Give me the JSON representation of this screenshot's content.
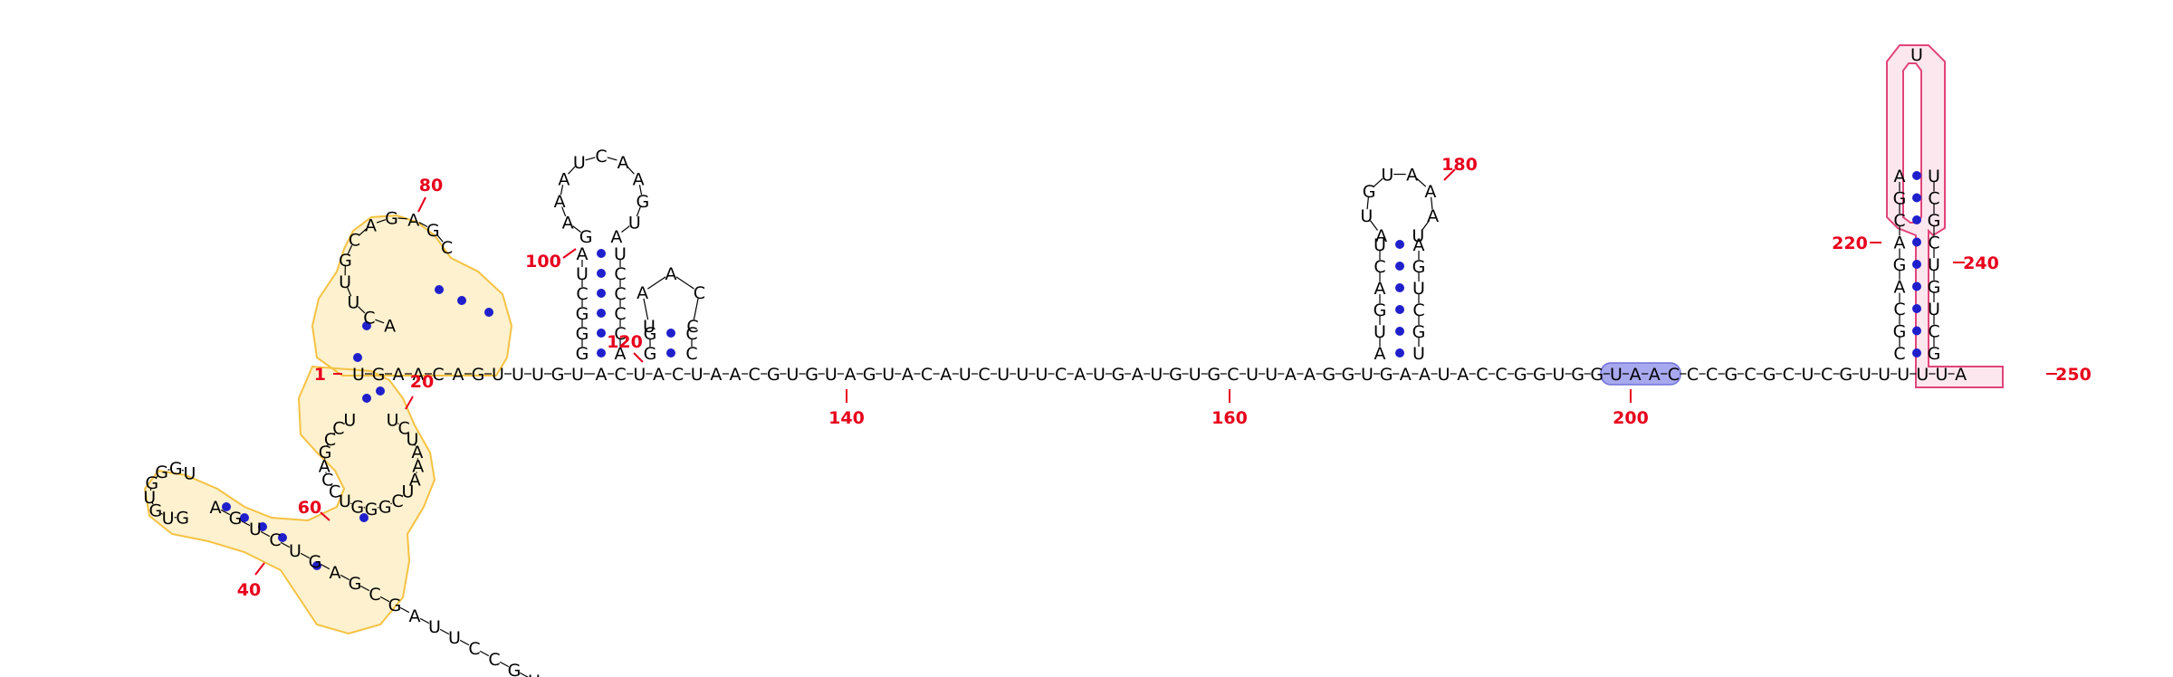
{
  "diagram": {
    "backbone_sequence": "UGAACAGUUUGUACUACUAACGUGUAGUACAUCUUUCAUGAUGUGCUUAAGGUGAAUACCGGUGGUAACCCGCGCUCGUUUUUA",
    "position_labels": [
      "1",
      "20",
      "40",
      "60",
      "80",
      "100",
      "120",
      "140",
      "160",
      "180",
      "200",
      "220",
      "240",
      "250"
    ],
    "hairpin_loops": {
      "loop_100": "GAAAUCAAGUA",
      "loop_120": "UAACC",
      "loop_180": "AUGUAAAU",
      "loop_220": "AGCAGACGCUUCGCUGUCG"
    },
    "left_domain_strands": {
      "s1": "ACUUGCAGAGC",
      "s2": "UCUAAAUCGGGUCCAGCCU",
      "s3": "GUGUGGGU",
      "s4": "AGUCUGAGCGAUUCCGUC"
    },
    "stem_pairs": {
      "stem_100_left": "GGGCUA",
      "stem_100_right": "ACCCCU",
      "stem_180_left": "AUGACU",
      "stem_180_right": "UGCUGA"
    },
    "colors": {
      "pair_dot": "#1f1fcc",
      "label_red": "#e8001c",
      "highlight_yellow": "#f5c242",
      "highlight_pink": "#e0457a",
      "highlight_blue": "#8a8ae6"
    }
  }
}
